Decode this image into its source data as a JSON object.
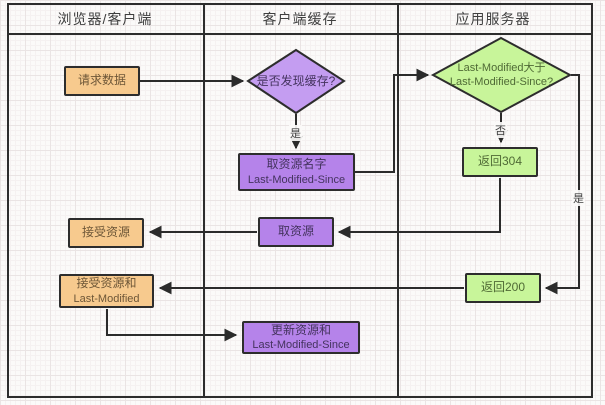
{
  "colors": {
    "frame": "#2d2d2d",
    "line": "#2b2b2b",
    "grid-minor": "#f5f1f1",
    "grid-major": "#eae4e4",
    "orange-fill": "#f7ca8e",
    "orange-text": "#6d5637",
    "purple-fill": "#b583ea",
    "purple-light-fill": "#c49df1",
    "purple-text": "#44335e",
    "green-fill": "#c8f59a",
    "green-text": "#4f6a35",
    "label-text": "#3f3f3f"
  },
  "header": {
    "lanes": [
      {
        "label": "浏览器/客户端"
      },
      {
        "label": "客户端缓存"
      },
      {
        "label": "应用服务器"
      }
    ]
  },
  "nodes": {
    "request_data": {
      "label": "请求数据"
    },
    "cache_found": {
      "label": "是否发现缓存?"
    },
    "get_resource_name": {
      "line1": "取资源名字",
      "line2": "Last-Modified-Since"
    },
    "lm_compare": {
      "line1": "Last-Modified大于",
      "line2": "Last-Modified-Since?"
    },
    "return_304": {
      "label": "返回304"
    },
    "get_resource": {
      "label": "取资源"
    },
    "accept_resource": {
      "label": "接受资源"
    },
    "accept_resource_lm": {
      "line1": "接受资源和",
      "line2": "Last-Modified"
    },
    "return_200": {
      "label": "返回200"
    },
    "update_resource": {
      "line1": "更新资源和",
      "line2": "Last-Modified-Since"
    }
  },
  "edge_labels": {
    "cache_yes": "是",
    "compare_no": "否",
    "compare_yes": "是"
  }
}
